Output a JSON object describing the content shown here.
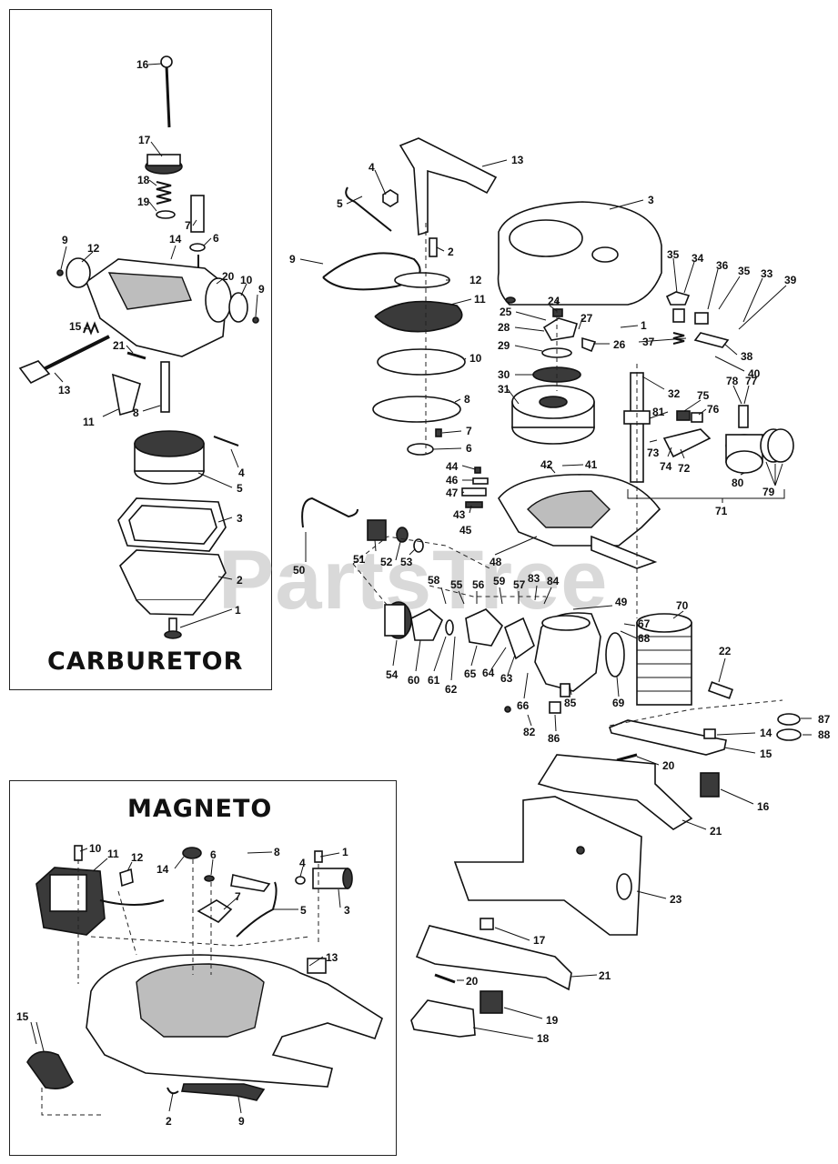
{
  "carburetor": {
    "title": "CARBURETOR",
    "callouts": [
      {
        "id": "carb-16",
        "text": "16"
      },
      {
        "id": "carb-17",
        "text": "17"
      },
      {
        "id": "carb-18",
        "text": "18"
      },
      {
        "id": "carb-19",
        "text": "19"
      },
      {
        "id": "carb-7",
        "text": "7"
      },
      {
        "id": "carb-6",
        "text": "6"
      },
      {
        "id": "carb-9a",
        "text": "9"
      },
      {
        "id": "carb-12",
        "text": "12"
      },
      {
        "id": "carb-14",
        "text": "14"
      },
      {
        "id": "carb-20",
        "text": "20"
      },
      {
        "id": "carb-10",
        "text": "10"
      },
      {
        "id": "carb-9b",
        "text": "9"
      },
      {
        "id": "carb-15",
        "text": "15"
      },
      {
        "id": "carb-21",
        "text": "21"
      },
      {
        "id": "carb-13",
        "text": "13"
      },
      {
        "id": "carb-11",
        "text": "11"
      },
      {
        "id": "carb-8",
        "text": "8"
      },
      {
        "id": "carb-4",
        "text": "4"
      },
      {
        "id": "carb-5",
        "text": "5"
      },
      {
        "id": "carb-3",
        "text": "3"
      },
      {
        "id": "carb-2",
        "text": "2"
      },
      {
        "id": "carb-1",
        "text": "1"
      }
    ]
  },
  "magneto": {
    "title": "MAGNETO",
    "callouts": [
      {
        "id": "mag-10",
        "text": "10"
      },
      {
        "id": "mag-11",
        "text": "11"
      },
      {
        "id": "mag-12",
        "text": "12"
      },
      {
        "id": "mag-14",
        "text": "14"
      },
      {
        "id": "mag-6",
        "text": "6"
      },
      {
        "id": "mag-8",
        "text": "8"
      },
      {
        "id": "mag-1",
        "text": "1"
      },
      {
        "id": "mag-4",
        "text": "4"
      },
      {
        "id": "mag-7",
        "text": "7"
      },
      {
        "id": "mag-5",
        "text": "5"
      },
      {
        "id": "mag-3",
        "text": "3"
      },
      {
        "id": "mag-13",
        "text": "13"
      },
      {
        "id": "mag-15",
        "text": "15"
      },
      {
        "id": "mag-2",
        "text": "2"
      },
      {
        "id": "mag-9",
        "text": "9"
      }
    ]
  },
  "engine": {
    "callouts": [
      {
        "id": "eng-13",
        "text": "13"
      },
      {
        "id": "eng-4",
        "text": "4"
      },
      {
        "id": "eng-5",
        "text": "5"
      },
      {
        "id": "eng-3",
        "text": "3"
      },
      {
        "id": "eng-9",
        "text": "9"
      },
      {
        "id": "eng-2",
        "text": "2"
      },
      {
        "id": "eng-12",
        "text": "12"
      },
      {
        "id": "eng-11",
        "text": "11"
      },
      {
        "id": "eng-10",
        "text": "10"
      },
      {
        "id": "eng-8",
        "text": "8"
      },
      {
        "id": "eng-7",
        "text": "7"
      },
      {
        "id": "eng-6",
        "text": "6"
      },
      {
        "id": "eng-35a",
        "text": "35"
      },
      {
        "id": "eng-34",
        "text": "34"
      },
      {
        "id": "eng-36",
        "text": "36"
      },
      {
        "id": "eng-35b",
        "text": "35"
      },
      {
        "id": "eng-33",
        "text": "33"
      },
      {
        "id": "eng-39",
        "text": "39"
      },
      {
        "id": "eng-24",
        "text": "24"
      },
      {
        "id": "eng-25",
        "text": "25"
      },
      {
        "id": "eng-27",
        "text": "27"
      },
      {
        "id": "eng-1",
        "text": "1"
      },
      {
        "id": "eng-28",
        "text": "28"
      },
      {
        "id": "eng-26",
        "text": "26"
      },
      {
        "id": "eng-37",
        "text": "37"
      },
      {
        "id": "eng-38",
        "text": "38"
      },
      {
        "id": "eng-29",
        "text": "29"
      },
      {
        "id": "eng-40",
        "text": "40"
      },
      {
        "id": "eng-30",
        "text": "30"
      },
      {
        "id": "eng-32",
        "text": "32"
      },
      {
        "id": "eng-31",
        "text": "31"
      },
      {
        "id": "eng-78",
        "text": "78"
      },
      {
        "id": "eng-77",
        "text": "77"
      },
      {
        "id": "eng-75",
        "text": "75"
      },
      {
        "id": "eng-76",
        "text": "76"
      },
      {
        "id": "eng-81",
        "text": "81"
      },
      {
        "id": "eng-73",
        "text": "73"
      },
      {
        "id": "eng-74",
        "text": "74"
      },
      {
        "id": "eng-72",
        "text": "72"
      },
      {
        "id": "eng-80",
        "text": "80"
      },
      {
        "id": "eng-79",
        "text": "79"
      },
      {
        "id": "eng-71",
        "text": "71"
      },
      {
        "id": "eng-44",
        "text": "44"
      },
      {
        "id": "eng-42",
        "text": "42"
      },
      {
        "id": "eng-41",
        "text": "41"
      },
      {
        "id": "eng-46",
        "text": "46"
      },
      {
        "id": "eng-47",
        "text": "47"
      },
      {
        "id": "eng-43",
        "text": "43"
      },
      {
        "id": "eng-45",
        "text": "45"
      },
      {
        "id": "eng-50",
        "text": "50"
      },
      {
        "id": "eng-51",
        "text": "51"
      },
      {
        "id": "eng-52",
        "text": "52"
      },
      {
        "id": "eng-53",
        "text": "53"
      },
      {
        "id": "eng-48",
        "text": "48"
      },
      {
        "id": "eng-58",
        "text": "58"
      },
      {
        "id": "eng-55",
        "text": "55"
      },
      {
        "id": "eng-56",
        "text": "56"
      },
      {
        "id": "eng-59",
        "text": "59"
      },
      {
        "id": "eng-57",
        "text": "57"
      },
      {
        "id": "eng-83",
        "text": "83"
      },
      {
        "id": "eng-84",
        "text": "84"
      },
      {
        "id": "eng-49",
        "text": "49"
      },
      {
        "id": "eng-70",
        "text": "70"
      },
      {
        "id": "eng-67",
        "text": "67"
      },
      {
        "id": "eng-68",
        "text": "68"
      },
      {
        "id": "eng-22",
        "text": "22"
      },
      {
        "id": "eng-54",
        "text": "54"
      },
      {
        "id": "eng-60",
        "text": "60"
      },
      {
        "id": "eng-61",
        "text": "61"
      },
      {
        "id": "eng-62",
        "text": "62"
      },
      {
        "id": "eng-65",
        "text": "65"
      },
      {
        "id": "eng-64",
        "text": "64"
      },
      {
        "id": "eng-63",
        "text": "63"
      },
      {
        "id": "eng-66",
        "text": "66"
      },
      {
        "id": "eng-85",
        "text": "85"
      },
      {
        "id": "eng-69",
        "text": "69"
      },
      {
        "id": "eng-82",
        "text": "82"
      },
      {
        "id": "eng-86",
        "text": "86"
      },
      {
        "id": "eng-87",
        "text": "87"
      },
      {
        "id": "eng-88",
        "text": "88"
      },
      {
        "id": "eng-14",
        "text": "14"
      },
      {
        "id": "eng-15",
        "text": "15"
      },
      {
        "id": "eng-20a",
        "text": "20"
      },
      {
        "id": "eng-16",
        "text": "16"
      },
      {
        "id": "eng-21a",
        "text": "21"
      },
      {
        "id": "eng-23",
        "text": "23"
      },
      {
        "id": "eng-17",
        "text": "17"
      },
      {
        "id": "eng-21b",
        "text": "21"
      },
      {
        "id": "eng-20b",
        "text": "20"
      },
      {
        "id": "eng-19",
        "text": "19"
      },
      {
        "id": "eng-18",
        "text": "18"
      }
    ]
  },
  "watermark": {
    "text": "PartsTree",
    "tm": "TM"
  }
}
